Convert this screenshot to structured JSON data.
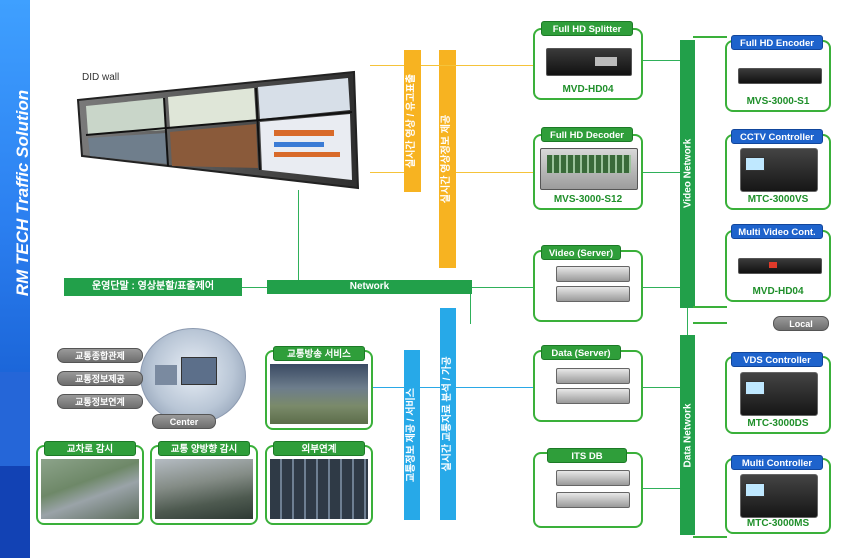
{
  "side_title": "RM TECH Traffic Solution",
  "wall": {
    "label": "DID wall"
  },
  "operation_bar": {
    "label": "운영단말 : 영상분할/표출제어"
  },
  "network_label": "Network",
  "yellow_bars": [
    "실시간 영상 / 유고표출",
    "실시간 영상정보 제공"
  ],
  "blue_bars": [
    "교통정보 제공 / 서비스",
    "실시간 교통자료 분석 / 가공"
  ],
  "video_network_label": "Video Network",
  "data_network_label": "Data Network",
  "local_label": "Local",
  "center": {
    "label": "Center",
    "items": [
      "교통종합관제",
      "교통정보제공",
      "교통정보연계"
    ]
  },
  "center_cards": [
    {
      "label": "교통방송 서비스"
    },
    {
      "label": "교차로 감시"
    },
    {
      "label": "교통 양방향 감시"
    },
    {
      "label": "외부연계"
    }
  ],
  "middle_column": [
    {
      "tag": "Full HD Splitter",
      "model": "MVD-HD04"
    },
    {
      "tag": "Full HD Decoder",
      "model": "MVS-3000-S12"
    },
    {
      "tag": "Video (Server)",
      "model": ""
    },
    {
      "tag": "Data (Server)",
      "model": ""
    },
    {
      "tag": "ITS DB",
      "model": ""
    }
  ],
  "right_column": [
    {
      "tag": "Full HD Encoder",
      "model": "MVS-3000-S1"
    },
    {
      "tag": "CCTV Controller",
      "model": "MTC-3000VS"
    },
    {
      "tag": "Multi Video Cont.",
      "model": "MVD-HD04"
    },
    {
      "tag": "VDS Controller",
      "model": "MTC-3000DS"
    },
    {
      "tag": "Multi Controller",
      "model": "MTC-3000MS"
    }
  ],
  "colors": {
    "green": "#22a04a",
    "yellow": "#f7b321",
    "blue": "#27a9e8",
    "band": "#2b7ff0"
  }
}
